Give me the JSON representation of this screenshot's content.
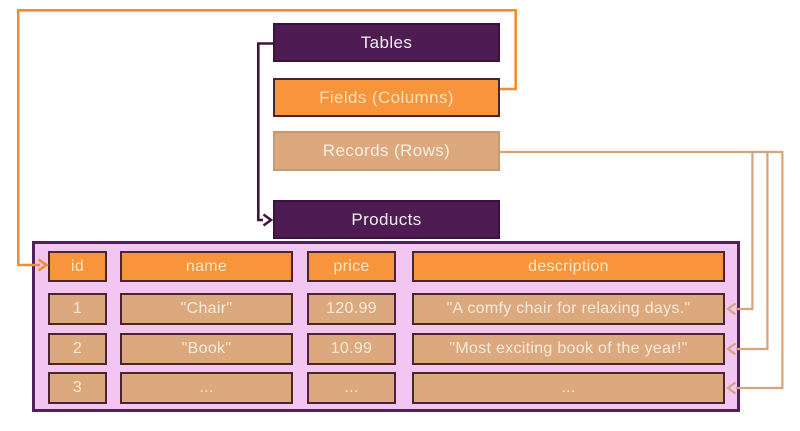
{
  "diagram": {
    "boxes": {
      "tables": "Tables",
      "fields": "Fields (Columns)",
      "records": "Records (Rows)",
      "products": "Products"
    },
    "table": {
      "columns": [
        "id",
        "name",
        "price",
        "description"
      ],
      "rows": [
        [
          "1",
          "\"Chair\"",
          "120.99",
          "\"A comfy chair for relaxing days.\""
        ],
        [
          "2",
          "\"Book\"",
          "10.99",
          "\"Most exciting book of the year!\""
        ],
        [
          "3",
          "...",
          "...",
          "..."
        ]
      ]
    },
    "colors": {
      "purple_box": "#4E1C52",
      "orange_box": "#F8943B",
      "tan_box": "#DCA87D",
      "pink_container": "#F2C6F1",
      "container_border": "#52205A",
      "cell_border": "#4A2433",
      "orange_line": "#EE8F33",
      "purple_line": "#3F1540",
      "tan_line": "#D5A47C"
    },
    "connectors": [
      {
        "from": "fields-box",
        "to": "header-row",
        "color": "orange"
      },
      {
        "from": "tables-box",
        "to": "products-box",
        "color": "purple"
      },
      {
        "from": "records-box",
        "to": "record-row-1",
        "color": "tan"
      },
      {
        "from": "records-box",
        "to": "record-row-2",
        "color": "tan"
      },
      {
        "from": "records-box",
        "to": "record-row-3",
        "color": "tan"
      }
    ]
  }
}
